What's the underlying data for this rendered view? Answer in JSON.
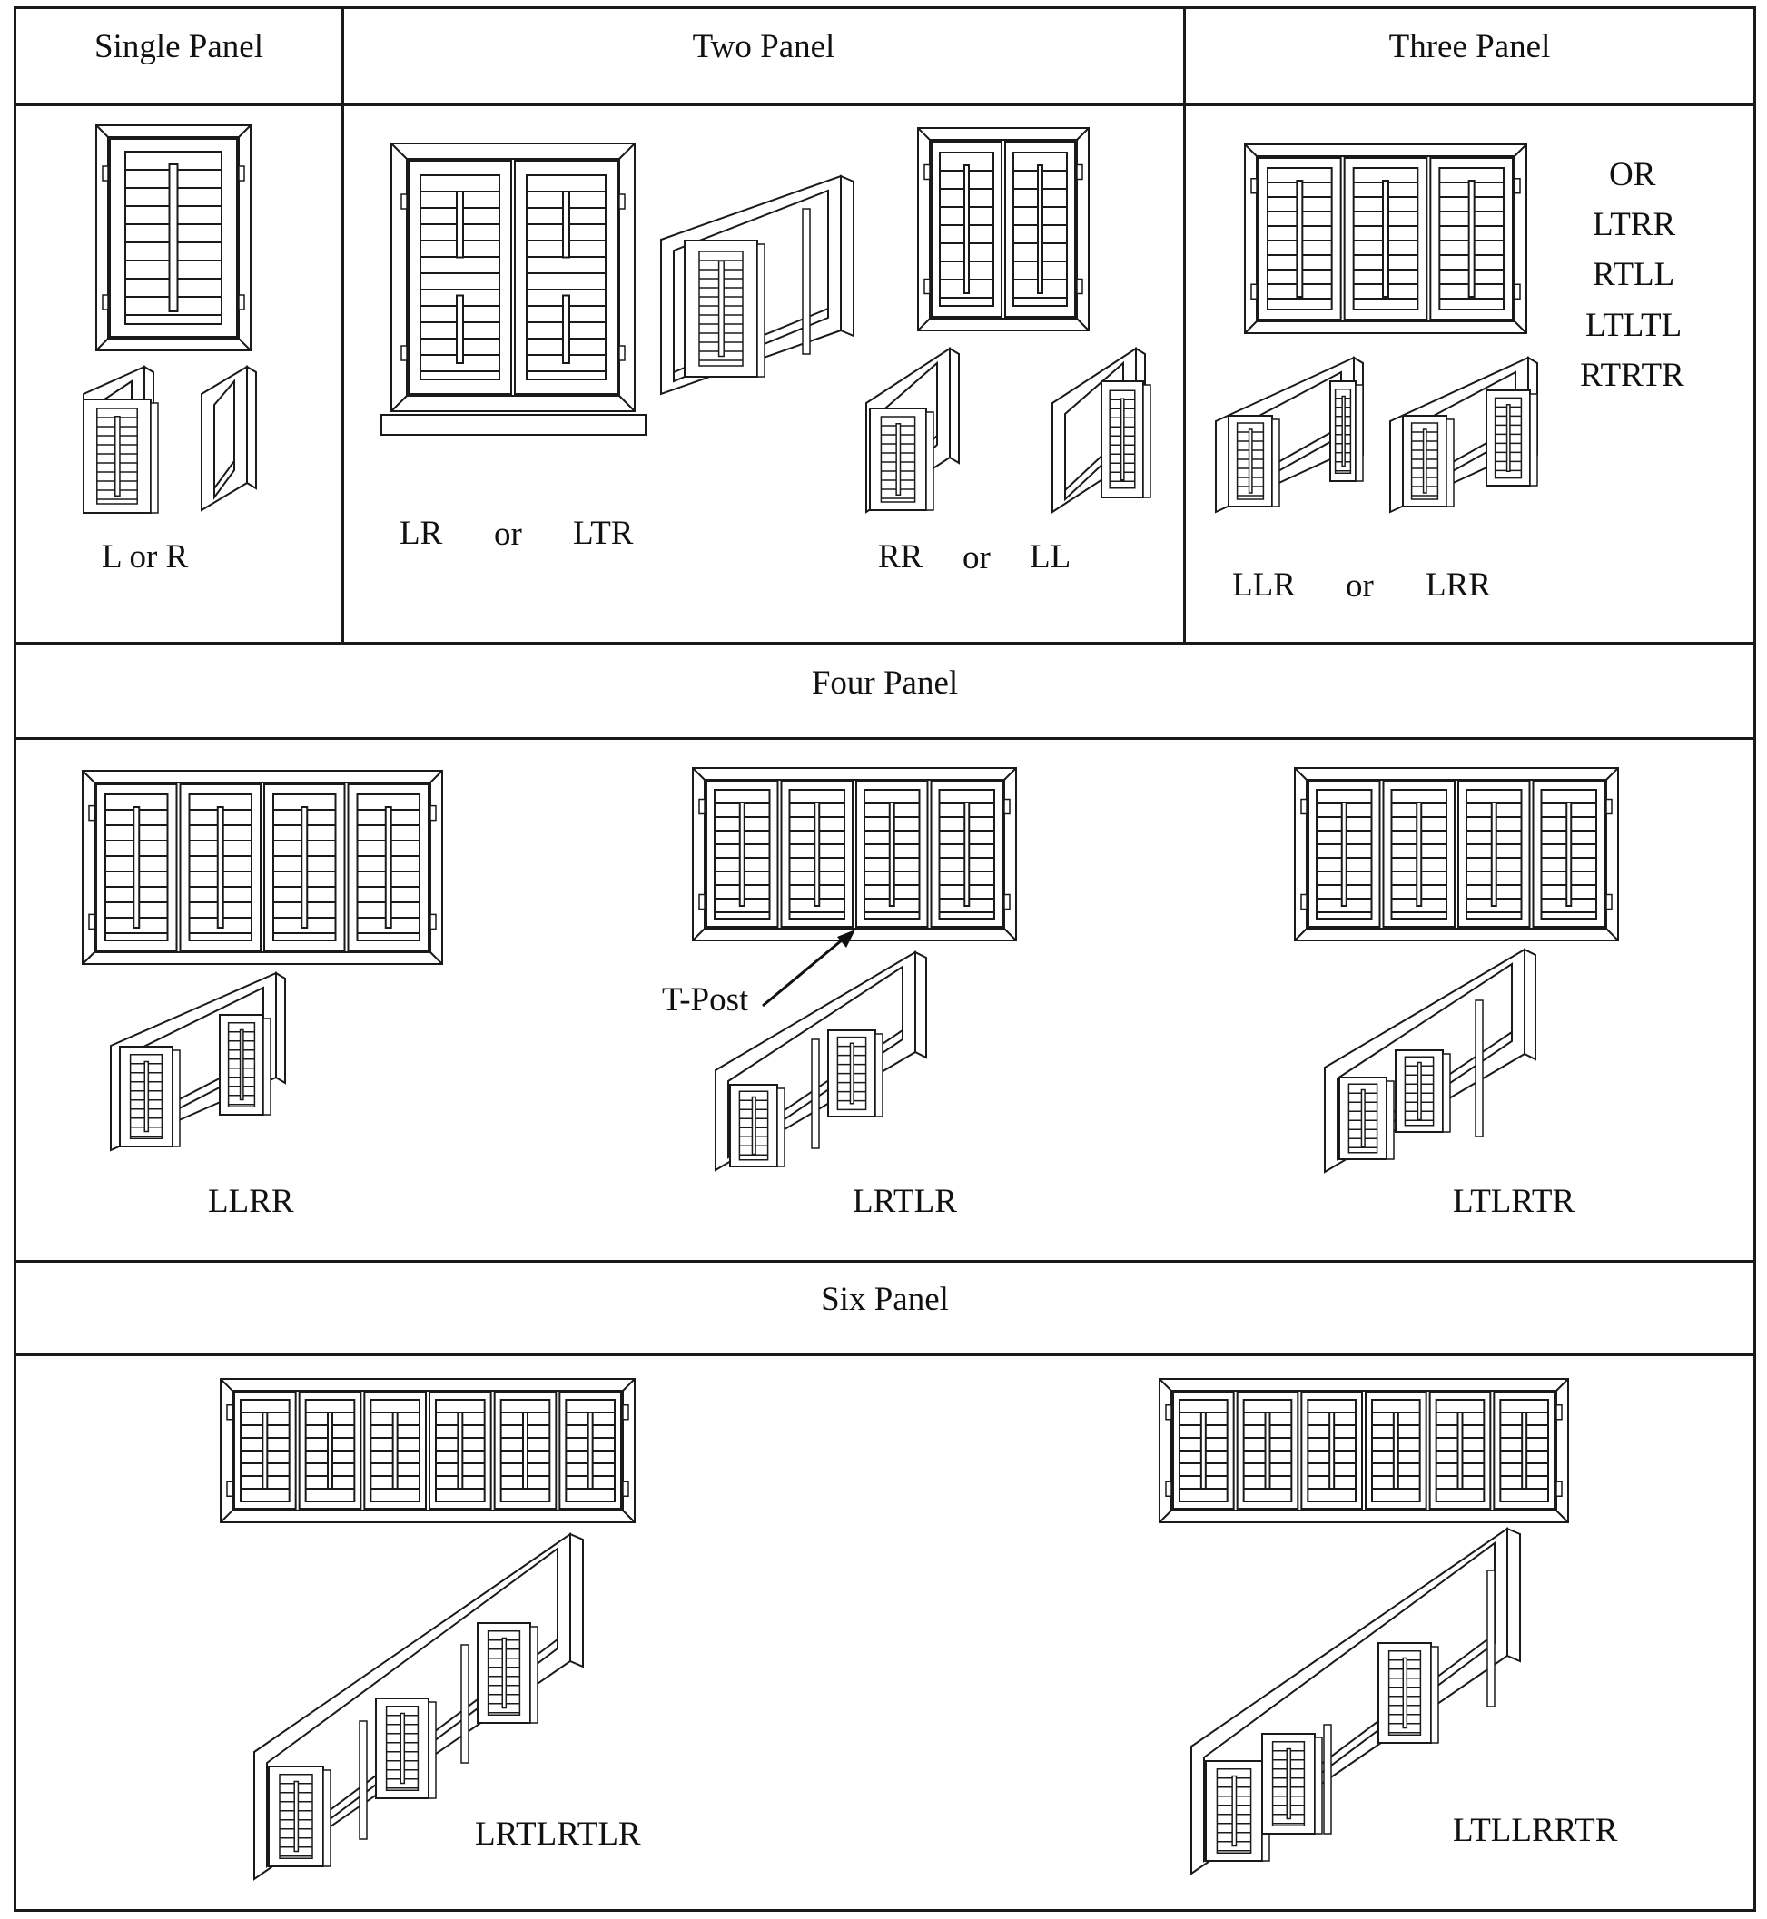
{
  "headers": {
    "single": "Single Panel",
    "two": "Two Panel",
    "three": "Three Panel",
    "four": "Four Panel",
    "six": "Six Panel"
  },
  "single": {
    "label": "L or R"
  },
  "two": {
    "label_lr": "LR",
    "or_1": "or",
    "label_ltr": "LTR",
    "label_rr": "RR",
    "or_2": "or",
    "label_ll": "LL"
  },
  "three": {
    "label_llr": "LLR",
    "or": "or",
    "label_lrr": "LRR",
    "alternatives": [
      "OR",
      "LTRR",
      "RTLL",
      "LTLTL",
      "RTRTR"
    ]
  },
  "four": {
    "label_llrr": "LLRR",
    "tpost": "T-Post",
    "label_lrtlr": "LRTLR",
    "label_ltlrtr": "LTLRTR"
  },
  "six": {
    "label_1": "LRTLRTLR",
    "label_2": "LTLLRRTR"
  }
}
